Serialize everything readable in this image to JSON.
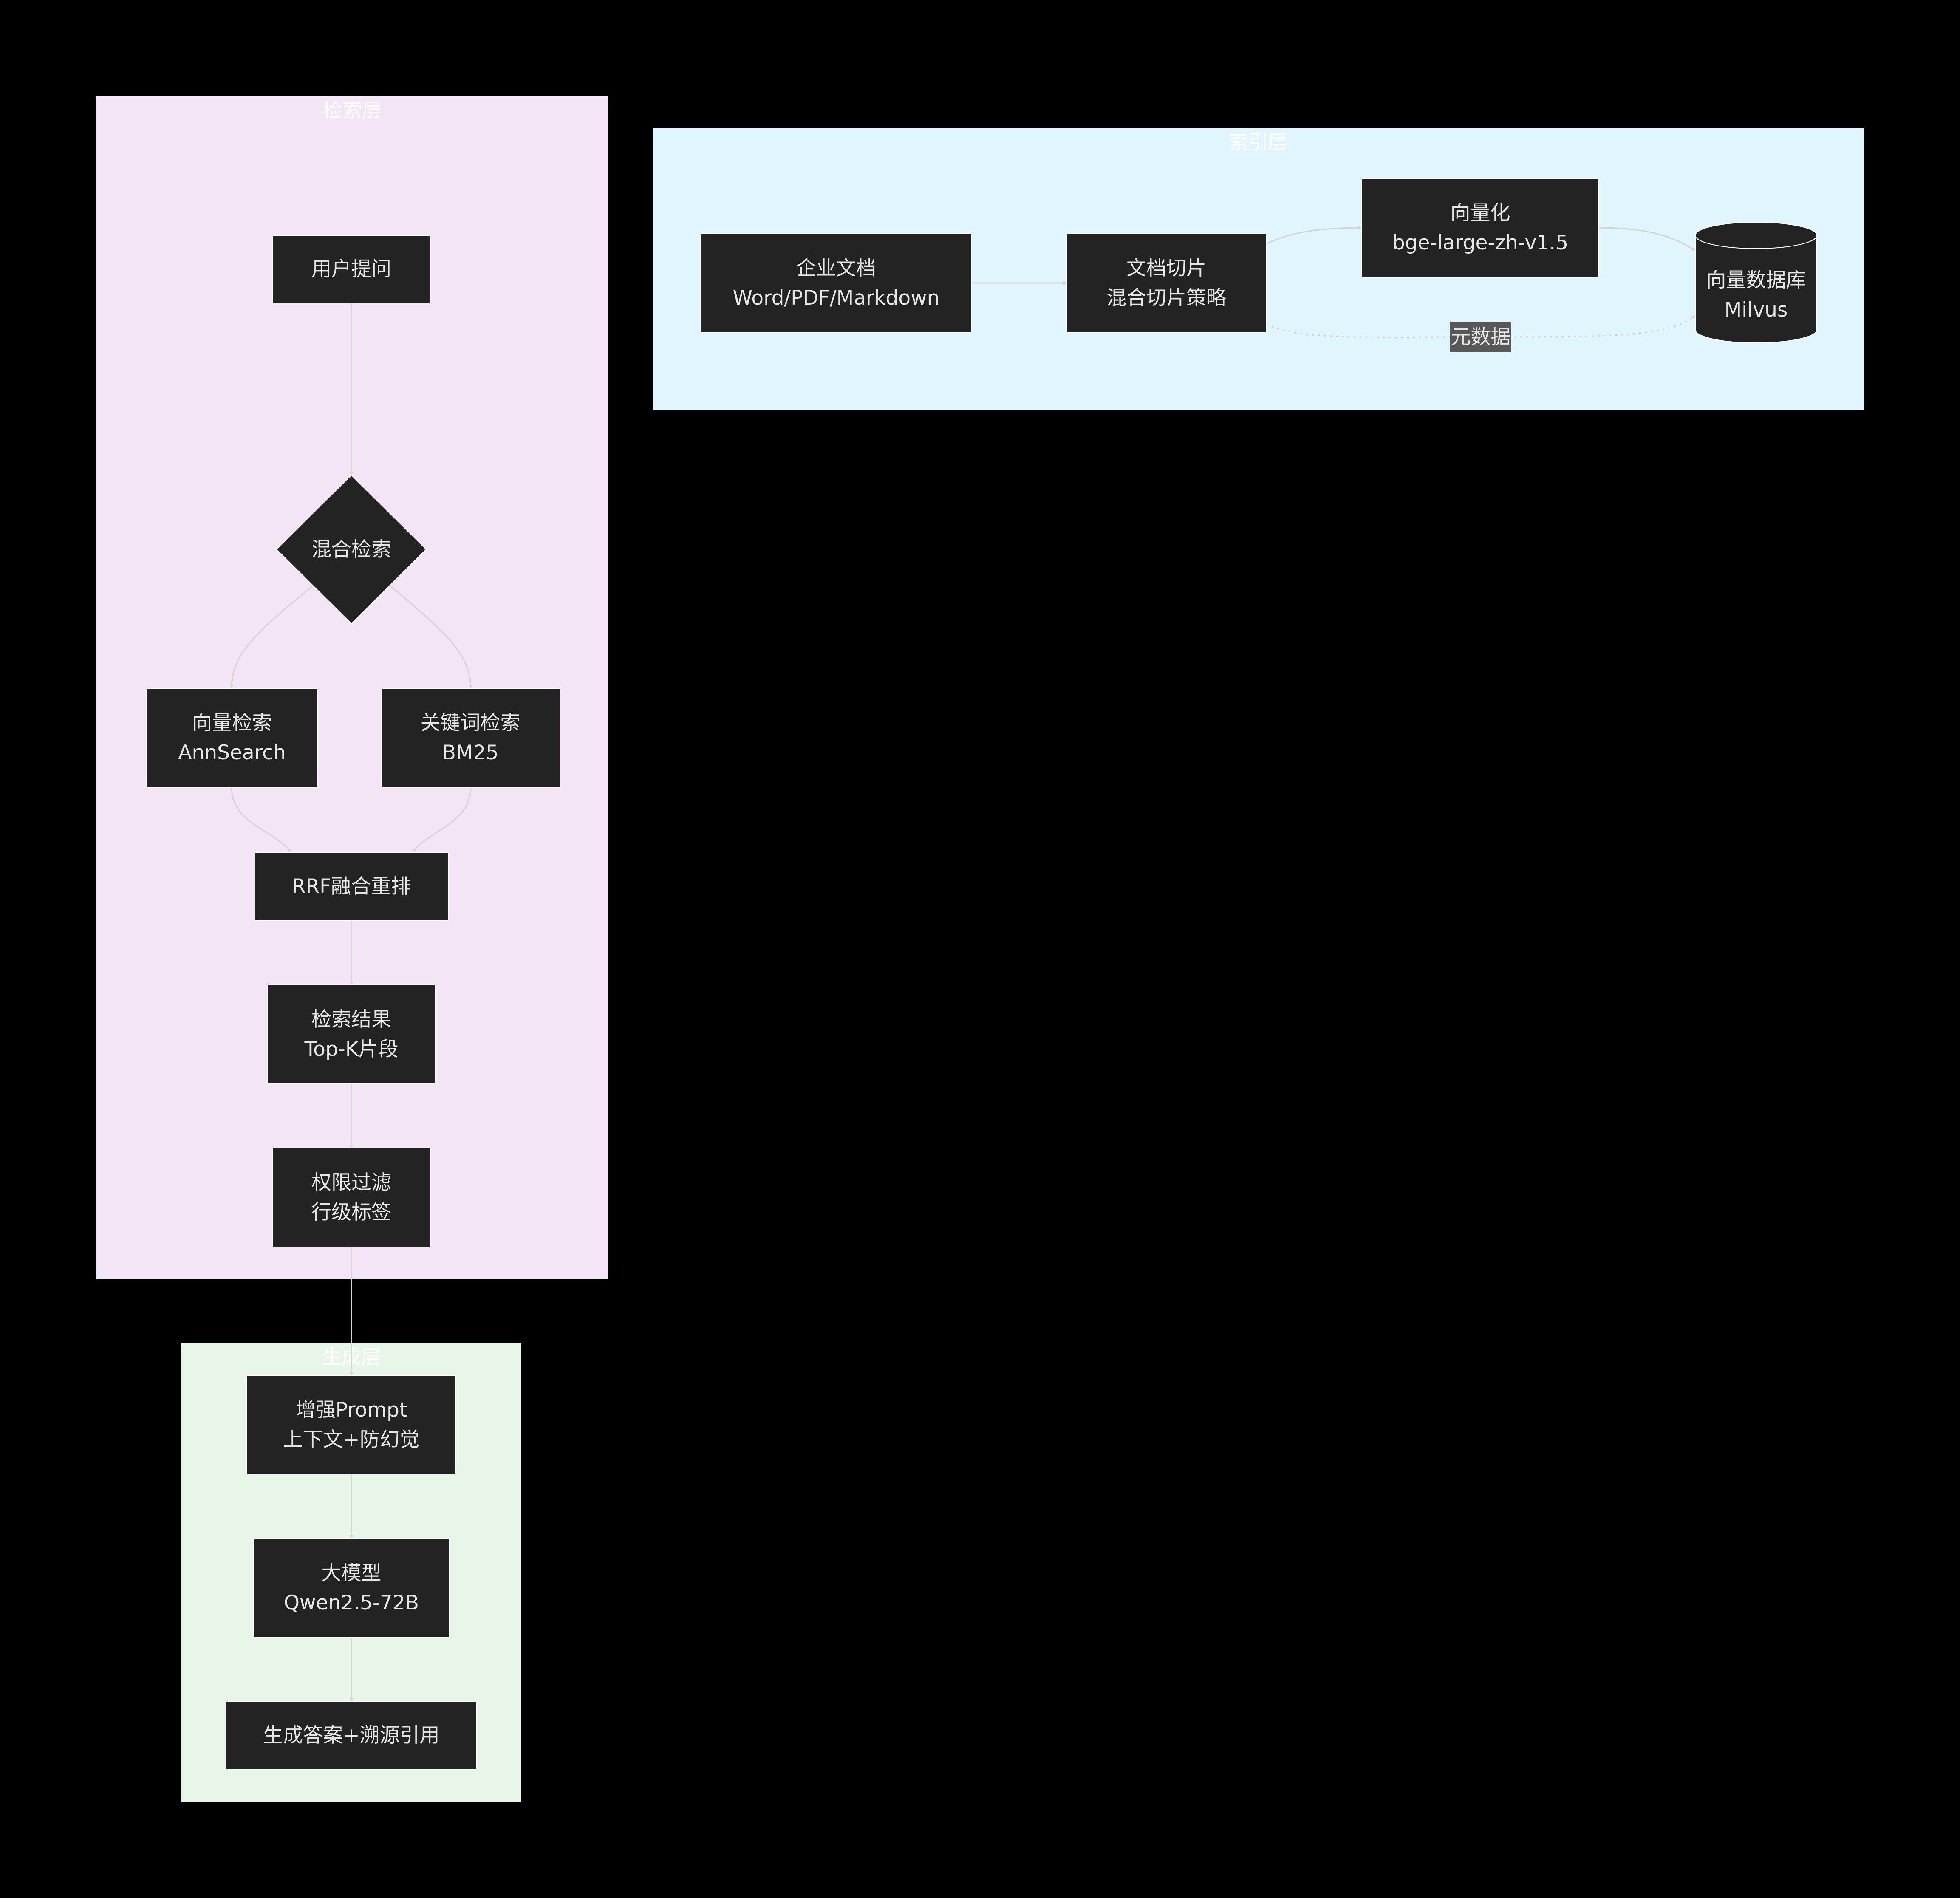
{
  "colors": {
    "background": "#000000",
    "retrieval_layer_fill": "#f3e5f5",
    "index_layer_fill": "#e1f5fe",
    "generation_layer_fill": "#e8f5e9",
    "node_fill": "#232323",
    "edge": "#d4d4d4"
  },
  "clusters": {
    "retrieval": {
      "title": "检索层"
    },
    "index": {
      "title": "索引层"
    },
    "generation": {
      "title": "生成层"
    }
  },
  "nodes": {
    "user_question": {
      "lines": [
        "用户提问"
      ]
    },
    "hybrid_search": {
      "lines": [
        "混合检索"
      ]
    },
    "vector_search": {
      "lines": [
        "向量检索",
        "AnnSearch"
      ]
    },
    "keyword_search": {
      "lines": [
        "关键词检索",
        "BM25"
      ]
    },
    "rrf": {
      "lines": [
        "RRF融合重排"
      ]
    },
    "results": {
      "lines": [
        "检索结果",
        "Top-K片段"
      ]
    },
    "permission": {
      "lines": [
        "权限过滤",
        "行级标签"
      ]
    },
    "enterprise_docs": {
      "lines": [
        "企业文档",
        "Word/PDF/Markdown"
      ]
    },
    "chunking": {
      "lines": [
        "文档切片",
        "混合切片策略"
      ]
    },
    "vectorize": {
      "lines": [
        "向量化",
        "bge-large-zh-v1.5"
      ]
    },
    "vector_db": {
      "lines": [
        "向量数据库",
        "Milvus"
      ]
    },
    "prompt": {
      "lines": [
        "增强Prompt",
        "上下文+防幻觉"
      ]
    },
    "llm": {
      "lines": [
        "大模型",
        "Qwen2.5-72B"
      ]
    },
    "answer": {
      "lines": [
        "生成答案+溯源引用"
      ]
    }
  },
  "edges": {
    "metadata_label": "元数据"
  }
}
